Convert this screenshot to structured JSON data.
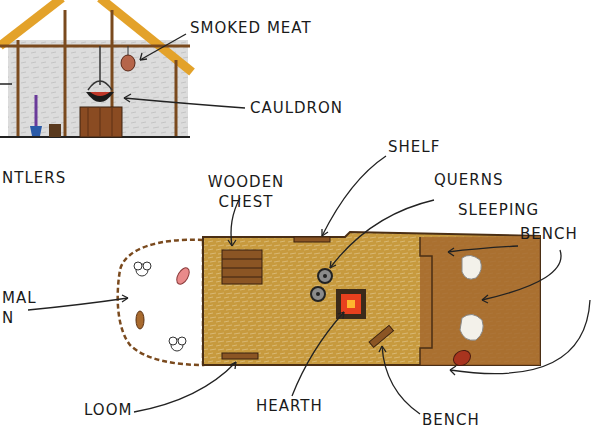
{
  "diagram": {
    "labels": [
      "SMOKED MEAT",
      "CAULDRON",
      "NTLERS",
      "WOODEN CHEST",
      "SHELF",
      "QUERNS",
      "SLEEPING",
      "BENCH",
      "MAL",
      "N",
      "LOOM",
      "HEARTH",
      "BENCH"
    ]
  }
}
